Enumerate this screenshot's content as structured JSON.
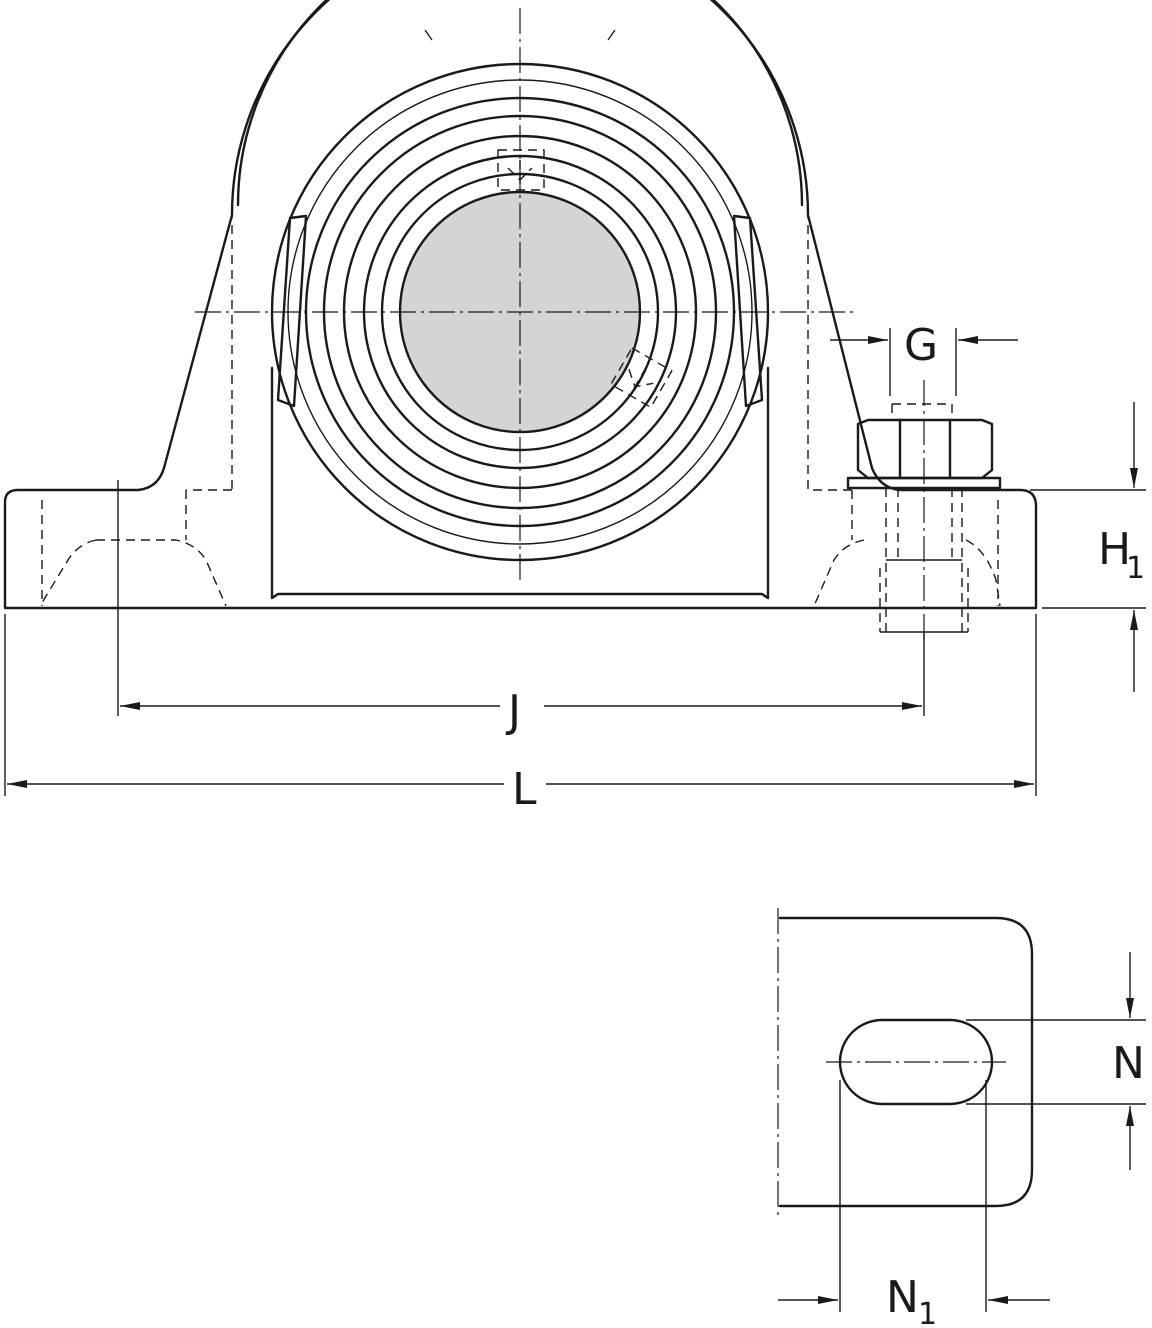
{
  "colors": {
    "line": "#1a1a1a",
    "shaft": "#d4d4d6",
    "background": "#ffffff"
  },
  "labels": {
    "G": "G",
    "H1_main": "H",
    "H1_sub": "1",
    "J": "J",
    "L": "L",
    "N": "N",
    "N1_main": "N",
    "N1_sub": "1"
  }
}
